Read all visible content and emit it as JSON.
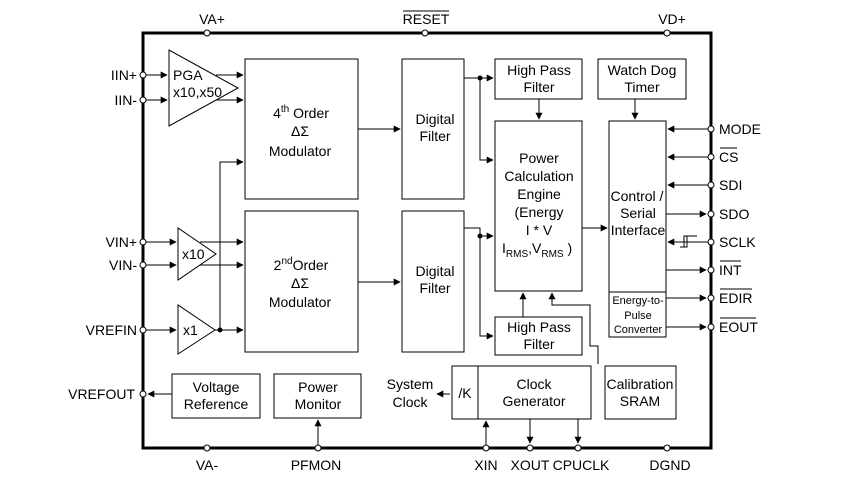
{
  "pins": {
    "top": {
      "va_plus": "VA+",
      "reset": "RESET",
      "vd_plus": "VD+"
    },
    "left": {
      "iin_plus": "IIN+",
      "iin_minus": "IIN-",
      "vin_plus": "VIN+",
      "vin_minus": "VIN-",
      "vrefin": "VREFIN",
      "vrefout": "VREFOUT"
    },
    "right": {
      "mode": "MODE",
      "cs": "CS",
      "sdi": "SDI",
      "sdo": "SDO",
      "sclk": "SCLK",
      "int": "INT",
      "edir": "EDIR",
      "eout": "EOUT"
    },
    "bottom": {
      "va_minus": "VA-",
      "pfmon": "PFMON",
      "xin": "XIN",
      "xout": "XOUT",
      "cpuclk": "CPUCLK",
      "dgnd": "DGND"
    }
  },
  "blocks": {
    "pga": {
      "line1": "PGA",
      "line2": "x10,x50"
    },
    "amp_x10": "x10",
    "amp_x1": "x1",
    "mod4": {
      "order_num": "4",
      "order_sup": "th",
      "order_word": " Order",
      "delta": "ΔΣ",
      "name": "Modulator"
    },
    "mod2": {
      "order_num": "2",
      "order_sup": "nd",
      "order_word": "Order",
      "delta": "ΔΣ",
      "name": "Modulator"
    },
    "digital_filter_1": {
      "line1": "Digital",
      "line2": "Filter"
    },
    "digital_filter_2": {
      "line1": "Digital",
      "line2": "Filter"
    },
    "hpf_1": {
      "line1": "High Pass",
      "line2": "Filter"
    },
    "hpf_2": {
      "line1": "High Pass",
      "line2": "Filter"
    },
    "power_calc": {
      "line1": "Power",
      "line2": "Calculation",
      "line3": "Engine",
      "line4": "(Energy",
      "line5": "I * V",
      "irms_i": "I",
      "irms_sub": "RMS",
      "comma": ",",
      "vrms_v": "V",
      "vrms_sub": "RMS",
      "close": " )"
    },
    "watchdog": {
      "line1": "Watch Dog",
      "line2": "Timer"
    },
    "control": {
      "line1": "Control /",
      "line2": "Serial",
      "line3": "Interface"
    },
    "e2p": {
      "line1": "Energy-to-",
      "line2": "Pulse",
      "line3": "Converter"
    },
    "vref": {
      "line1": "Voltage",
      "line2": "Reference"
    },
    "pmon": {
      "line1": "Power",
      "line2": "Monitor"
    },
    "sysclk": {
      "line1": "System",
      "line2": "Clock"
    },
    "divk": "/K",
    "clkgen": {
      "line1": "Clock",
      "line2": "Generator"
    },
    "calsram": {
      "line1": "Calibration",
      "line2": "SRAM"
    }
  }
}
